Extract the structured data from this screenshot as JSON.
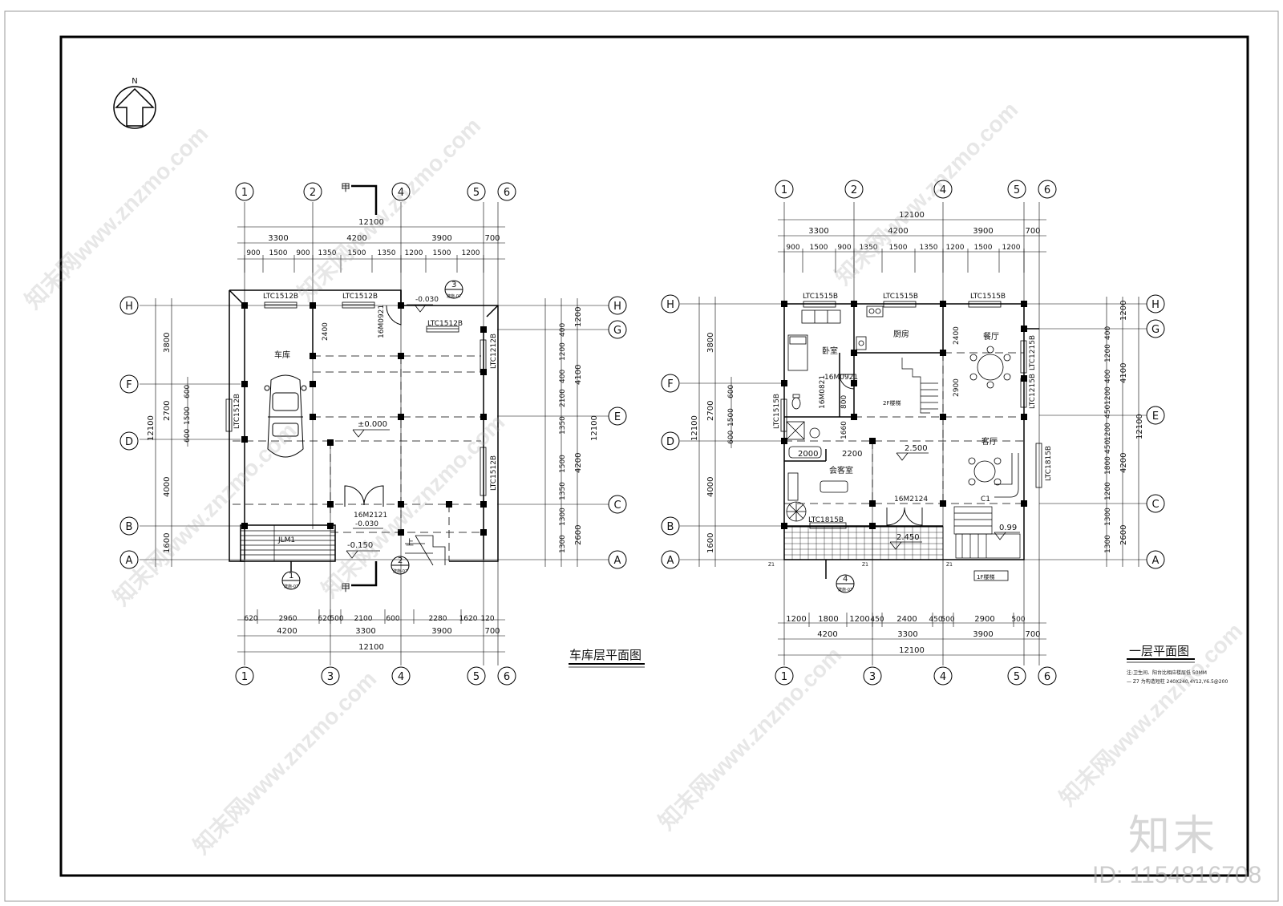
{
  "garage_plan": {
    "title": "车库层平面图",
    "north_label": "N",
    "top_axes": [
      "1",
      "2",
      "4",
      "5",
      "6"
    ],
    "bottom_axes": [
      "1",
      "3",
      "4",
      "5",
      "6"
    ],
    "left_axes": [
      "H",
      "F",
      "D",
      "B",
      "A"
    ],
    "right_axes": [
      "H",
      "G",
      "E",
      "C",
      "A"
    ],
    "section_mark": "甲",
    "top_total": "12100",
    "top_dims": [
      "3300",
      "4200",
      "3900",
      "700"
    ],
    "top_sub_dims": [
      "900",
      "1500",
      "900",
      "1350",
      "1500",
      "1350",
      "1200",
      "1500",
      "1200"
    ],
    "bottom_sub_dims": [
      "620",
      "2960",
      "620",
      "500",
      "2100",
      "600",
      "2280",
      "1620",
      "120"
    ],
    "bottom_dims": [
      "4200",
      "3300",
      "3900",
      "700"
    ],
    "bottom_total": "12100",
    "left_dims": [
      "3800",
      "2700",
      "4000",
      "1600"
    ],
    "left_sub_dims": [
      "600",
      "1500",
      "600"
    ],
    "left_total": "12100",
    "right_dims": [
      "1200",
      "4100",
      "4200",
      "2600"
    ],
    "right_sub_dims": [
      "400",
      "1200",
      "400",
      "2100",
      "1350",
      "1500",
      "1350",
      "1300",
      "1300"
    ],
    "right_total": "12100",
    "rooms": {
      "garage": "车库"
    },
    "labels": {
      "win1": "LTC1512B",
      "win2": "LTC1512B",
      "win3": "LTC1512B",
      "win4": "LTC1212B",
      "win5": "LTC1512B",
      "win_left": "LTC1512B",
      "door_small": "16M0921",
      "door_main": "16M2121",
      "garage_door": "JLM1",
      "elev_floor": "±0.000",
      "elev_top": "-0.030",
      "elev_door": "-0.030",
      "elev_step": "-0.150",
      "stair_up": "上",
      "dim_2400": "2400",
      "callout_1": "1",
      "callout_2": "2",
      "callout_3": "3",
      "callout_sub": "建施-07"
    }
  },
  "first_floor_plan": {
    "title": "一层平面图",
    "note1": "注:卫生间、阳台比相应楼层低 50MM",
    "note2": "— Z7 为构造短柱  240X240,4Y12,Y6.5@200",
    "top_axes": [
      "1",
      "2",
      "4",
      "5",
      "6"
    ],
    "bottom_axes": [
      "1",
      "3",
      "4",
      "5",
      "6"
    ],
    "left_axes": [
      "H",
      "F",
      "D",
      "B",
      "A"
    ],
    "right_axes": [
      "H",
      "G",
      "E",
      "C",
      "A"
    ],
    "top_total": "12100",
    "top_dims": [
      "3300",
      "4200",
      "3900",
      "700"
    ],
    "top_sub_dims": [
      "900",
      "1500",
      "900",
      "1350",
      "1500",
      "1350",
      "1200",
      "1500",
      "1200"
    ],
    "bottom_sub_dims": [
      "1200",
      "1800",
      "1200",
      "450",
      "2400",
      "450",
      "500",
      "2900",
      "500"
    ],
    "bottom_dims": [
      "4200",
      "3300",
      "3900",
      "700"
    ],
    "bottom_total": "12100",
    "left_dims": [
      "3800",
      "2700",
      "4000",
      "1600"
    ],
    "left_sub_dims": [
      "600",
      "1500",
      "600"
    ],
    "left_total": "12100",
    "right_dims": [
      "1200",
      "4100",
      "4200",
      "2600"
    ],
    "right_sub_dims": [
      "400",
      "1200",
      "400",
      "1200",
      "450",
      "1200",
      "450",
      "1800",
      "1200",
      "1300",
      "1300"
    ],
    "right_total": "12100",
    "rooms": {
      "bedroom": "卧室",
      "kitchen": "厨房",
      "dining": "餐厅",
      "living": "客厅",
      "reception": "会客室"
    },
    "labels": {
      "win1": "LTC1515B",
      "win2": "LTC1515B",
      "win3": "LTC1515B",
      "win4": "LTC1215B",
      "win5": "LTC1215B",
      "win6": "LTC1815B",
      "win7": "LTC1815B",
      "win_left": "LTC1515B",
      "door1": "16M0921",
      "door2": "16M0821",
      "door3": "16M2124",
      "door_c1": "C1",
      "dim_2400": "2400",
      "dim_2900": "2900",
      "dim_800": "800",
      "dim_1660": "1660",
      "dim_2000": "2000",
      "dim_2200": "2200",
      "elev_main": "2.500",
      "elev_terrace": "2.450",
      "elev_stair": "0.99",
      "stair_2f_a": "2F楼梯",
      "stair_1f": "1F楼梯",
      "col": "Z1",
      "callout_4": "4",
      "callout_sub": "建施-07"
    }
  },
  "watermark": {
    "text": "知末网www.znzmo.com",
    "brand": "知末",
    "id_text": "ID: 1154816708"
  }
}
